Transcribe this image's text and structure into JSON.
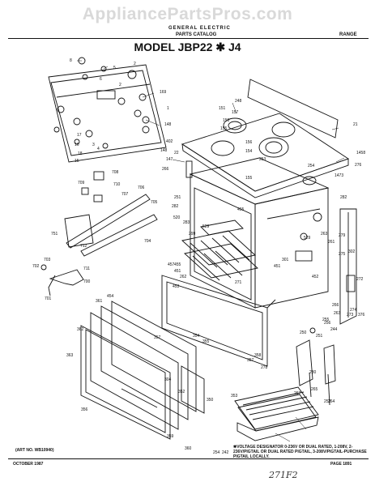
{
  "watermark": "AppliancePartsPros.com",
  "header": {
    "brand": "GENERAL ELECTRIC",
    "catalog": "PARTS CATALOG",
    "category": "RANGE",
    "model": "MODEL JBP22 ✱ J4"
  },
  "footer": {
    "footnote": "✱VOLTAGE DESIGNATOR 0-236V OR DUAL RATED, 1-208V, 2-236V/PIGTAIL OR DUAL RATED PIGTAIL, 3-208V/PIGTAIL-PURCHASE PIGTAIL LOCALLY.",
    "art_no": "(ART NO. WB10940)",
    "date": "OCTOBER 1987",
    "page": "PAGE 1891",
    "handwritten": "271F2"
  },
  "part_labels": [
    "8",
    "5",
    "2",
    "6",
    "169",
    "2",
    "1",
    "148",
    "3",
    "4",
    "18",
    "17",
    "15",
    "402",
    "147",
    "148",
    "16",
    "708",
    "709",
    "710",
    "707",
    "706",
    "705",
    "704",
    "712",
    "751",
    "702",
    "703",
    "711",
    "700",
    "701",
    "248",
    "151",
    "150",
    "155",
    "157",
    "21",
    "156",
    "154",
    "22",
    "253",
    "266",
    "155",
    "1458",
    "254",
    "276",
    "1473",
    "282",
    "251",
    "282",
    "520",
    "283",
    "299",
    "529",
    "279",
    "529",
    "261",
    "263",
    "275",
    "302",
    "301",
    "451",
    "455",
    "457",
    "453",
    "452",
    "272",
    "271",
    "274",
    "376",
    "273",
    "262",
    "455",
    "451",
    "454",
    "361",
    "362",
    "363",
    "357",
    "354",
    "355",
    "304",
    "350",
    "353",
    "352",
    "356",
    "359",
    "360",
    "358",
    "357",
    "250",
    "251",
    "278",
    "280",
    "252",
    "264",
    "267",
    "265",
    "266",
    "263",
    "244",
    "256",
    "255",
    "254",
    "242"
  ]
}
